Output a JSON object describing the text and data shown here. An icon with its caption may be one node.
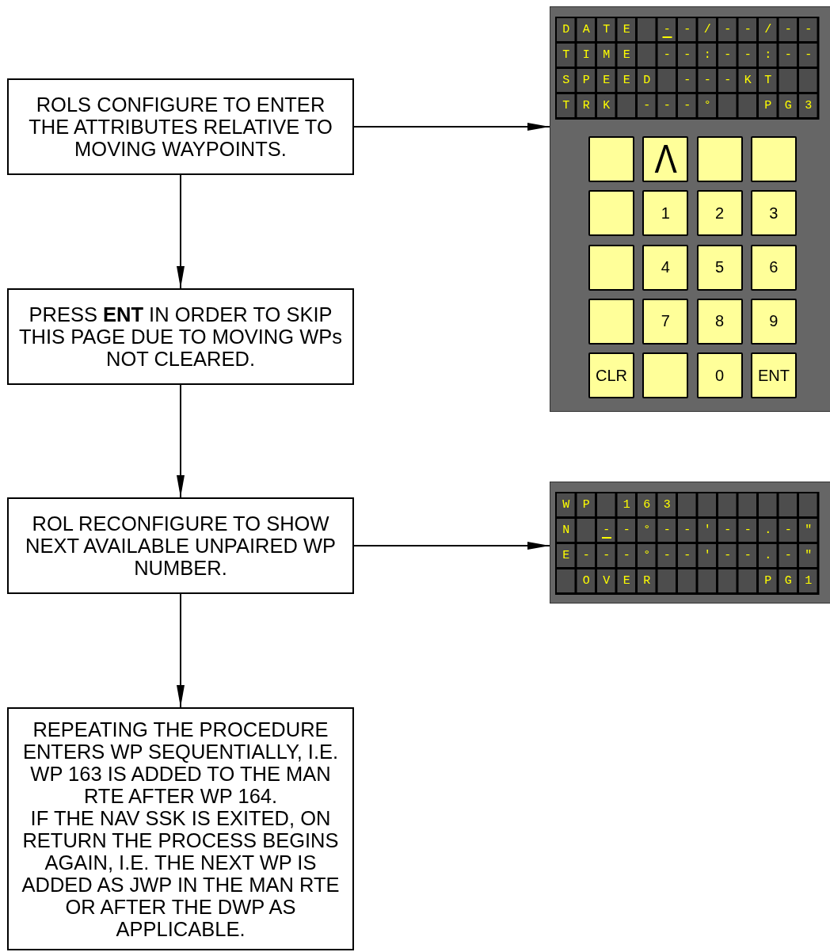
{
  "diagram": {
    "nodes": [
      {
        "text": [
          "ROLS CONFIGURE TO ENTER THE ATTRIBUTES RELATIVE TO MOVING WAYPOINTS."
        ]
      },
      {
        "text": [
          "PRESS **ENT** IN ORDER TO SKIP THIS PAGE DUE TO MOVING WPs NOT CLEARED."
        ]
      },
      {
        "text": [
          "ROL RECONFIGURE TO SHOW NEXT AVAILABLE UNPAIRED WP NUMBER."
        ]
      },
      {
        "text": [
          "REPEATING THE PROCEDURE ENTERS WP SEQUENTIALLY, I.E. WP 163 IS ADDED TO THE MAN RTE AFTER WP 164.",
          "IF THE NAV SSK IS EXITED, ON RETURN THE PROCESS BEGINS AGAIN, I.E. THE NEXT WP IS ADDED AS JWP IN THE MAN RTE OR AFTER THE DWP AS APPLICABLE."
        ]
      },
      {
        "text": [
          "DATE --/--/--",
          "TIME --:--:--",
          "SPEED ---KT",
          "TRK ---°  PG3"
        ]
      },
      {
        "text": [],
        "shape": "box",
        "in": 4
      },
      {
        "text": [
          "Λ"
        ],
        "in": 4
      },
      {
        "text": [],
        "shape": "box",
        "in": 4
      },
      {
        "text": [],
        "shape": "box",
        "in": 4
      },
      {
        "text": [],
        "shape": "box",
        "in": 4
      },
      {
        "text": [
          "1"
        ],
        "in": 4
      },
      {
        "text": [
          "2"
        ],
        "in": 4
      },
      {
        "text": [
          "3"
        ],
        "in": 4
      },
      {
        "text": [],
        "shape": "box",
        "in": 4
      },
      {
        "text": [
          "4"
        ],
        "in": 4
      },
      {
        "text": [
          "5"
        ],
        "in": 4
      },
      {
        "text": [
          "6"
        ],
        "in": 4
      },
      {
        "text": [],
        "shape": "box",
        "in": 4
      },
      {
        "text": [
          "7"
        ],
        "in": 4
      },
      {
        "text": [
          "8"
        ],
        "in": 4
      },
      {
        "text": [
          "9"
        ],
        "in": 4
      },
      {
        "text": [
          "CLR"
        ],
        "in": 4
      },
      {
        "text": [],
        "shape": "box",
        "in": 4
      },
      {
        "text": [
          "0"
        ],
        "in": 4
      },
      {
        "text": [
          "ENT"
        ],
        "in": 4
      },
      {
        "text": [
          "WP 163",
          "N --°--'--.-\"",
          "E---°--'--.-\"",
          " OVER     PG1"
        ]
      }
    ],
    "edges": [
      {
        "from": 0,
        "to": 1,
        "arrow": "to"
      },
      {
        "from": 1,
        "to": 2,
        "arrow": "to"
      },
      {
        "from": 2,
        "to": 3,
        "arrow": "to"
      },
      {
        "from": 0,
        "to": 4,
        "arrow": "to"
      },
      {
        "from": 2,
        "to": 25,
        "arrow": "to"
      }
    ]
  }
}
